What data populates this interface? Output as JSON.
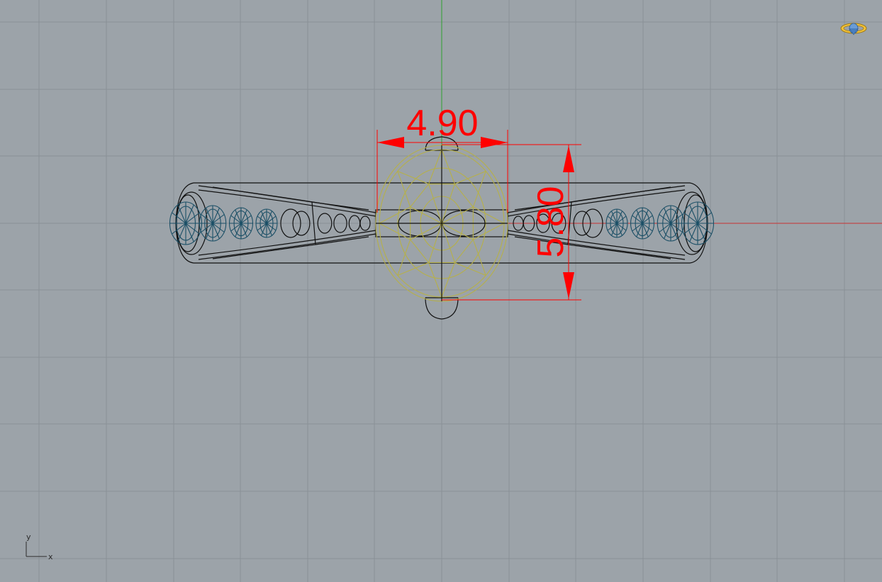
{
  "viewport": {
    "background": "#9ca3a9",
    "grid_color": "#8a9096",
    "x_axis_color": "#c83232",
    "y_axis_color": "#2ea02e",
    "wire_color": "#101010",
    "gem_color": "#b6b04a",
    "side_stone_color": "#1b4f66"
  },
  "dimensions": {
    "width_value": "4.90",
    "height_value": "5.80",
    "color": "#ff0000"
  },
  "axis_indicator": {
    "x_label": "x",
    "y_label": "y"
  },
  "navigation_widget": {
    "icon": "ring-icon"
  }
}
